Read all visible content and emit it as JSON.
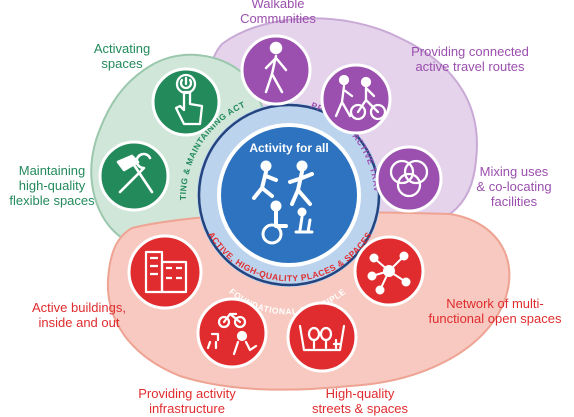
{
  "colors": {
    "green": "#238a5c",
    "green_fill": "#cfe6d8",
    "purple": "#9b4fae",
    "purple_fill": "#e4d3ea",
    "red": "#e02c2e",
    "red_fill": "#f7c9c0",
    "blue": "#2d73bf",
    "blue_dark": "#23447f",
    "blue_light": "#bcd3ee"
  },
  "center": {
    "title": "Activity for all",
    "subtitle": "FOUNDATIONAL PRINCIPLE",
    "icon": "people-active-icon"
  },
  "arcs": {
    "green": "CREATING & MAINTAINING ACTIVITY",
    "purple": "SUPPORTING ACTIVE TRAVEL",
    "red": "ACTIVE, HIGH-QUALITY PLACES & SPACES"
  },
  "nodes": [
    {
      "id": "walkable",
      "group": "purple",
      "icon": "walking-person-icon",
      "lines": [
        "Walkable",
        "Communities"
      ]
    },
    {
      "id": "travel-routes",
      "group": "purple",
      "icon": "walking-cycling-icon",
      "lines": [
        "Providing connected",
        "active travel routes"
      ]
    },
    {
      "id": "mixing-uses",
      "group": "purple",
      "icon": "venn-circles-icon",
      "lines": [
        "Mixing uses",
        "& co-locating",
        "facilities"
      ]
    },
    {
      "id": "activating",
      "group": "green",
      "icon": "power-button-hand-icon",
      "lines": [
        "Activating",
        "spaces"
      ]
    },
    {
      "id": "maintaining",
      "group": "green",
      "icon": "hammer-wrench-icon",
      "lines": [
        "Maintaining",
        "high-quality",
        "flexible spaces"
      ]
    },
    {
      "id": "buildings",
      "group": "red",
      "icon": "buildings-icon",
      "lines": [
        "Active buildings,",
        "inside and out"
      ]
    },
    {
      "id": "network",
      "group": "red",
      "icon": "network-nodes-icon",
      "lines": [
        "Network of multi-",
        "functional open spaces"
      ]
    },
    {
      "id": "infrastructure",
      "group": "red",
      "icon": "bike-shower-icon",
      "lines": [
        "Providing activity",
        "infrastructure"
      ]
    },
    {
      "id": "streets",
      "group": "red",
      "icon": "street-trees-icon",
      "lines": [
        "High-quality",
        "streets & spaces"
      ]
    }
  ]
}
